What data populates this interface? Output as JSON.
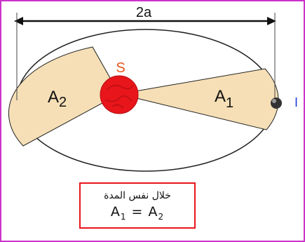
{
  "diagram": {
    "axis_label": "2a",
    "sun_label": "S",
    "planet_label": "I",
    "area_left_label": "A",
    "area_left_sub": "2",
    "area_right_label": "A",
    "area_right_sub": "1",
    "caption": {
      "line1": "خلال نفس المدة",
      "eq_left": "A",
      "eq_left_sub": "1",
      "eq_sign": "=",
      "eq_right": "A",
      "eq_right_sub": "2"
    },
    "colors": {
      "border": "#cc33cc",
      "sector_fill": "#f6dfb6",
      "sun": "#e8151b",
      "sun_label": "#e8561e",
      "planet_label": "#1f3fd8",
      "caption_border": "#e8151b"
    }
  }
}
